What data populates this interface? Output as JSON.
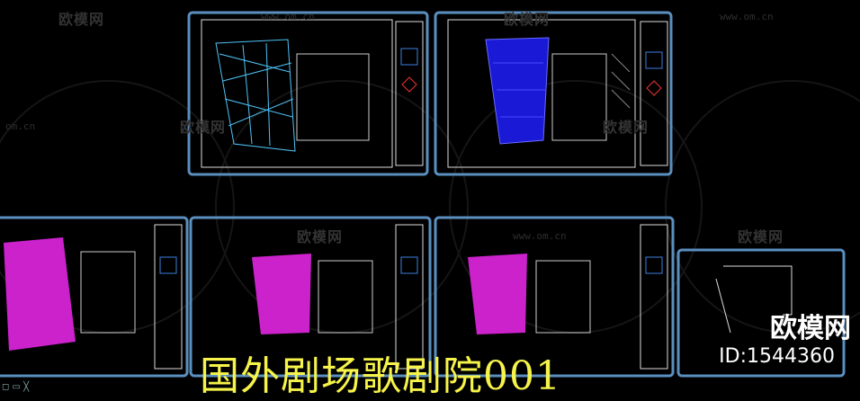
{
  "caption": "国外剧场歌剧院001",
  "logo": "欧模网",
  "id_label": "ID:1544360",
  "watermark_text": "欧模网",
  "watermark_url": "www.om.cn",
  "watermark_url_short": "om.cn",
  "statusbar_text": "◻ ▭ ╳",
  "colors": {
    "frame": "#5a8fbf",
    "seats": "#cc22cc",
    "blue_fill": "#1a1ad6",
    "caption": "#f6f34a"
  }
}
